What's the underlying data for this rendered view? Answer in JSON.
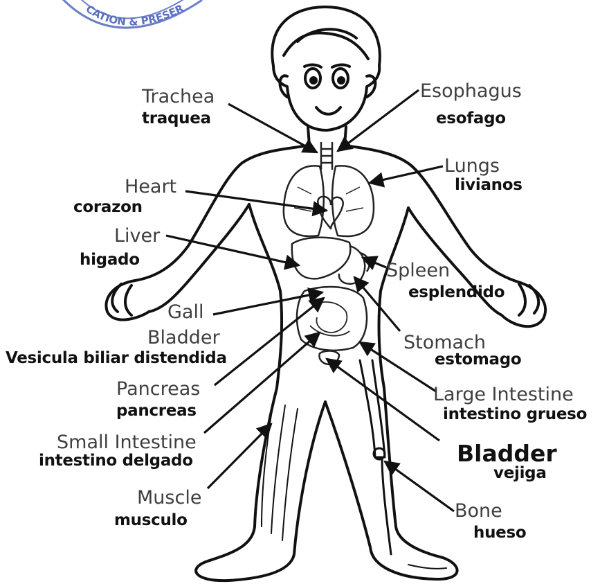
{
  "stamp": {
    "text": "CATION & PRESER"
  },
  "labels": {
    "trachea": {
      "en": "Trachea",
      "es": "traquea"
    },
    "esophagus": {
      "en": "Esophagus",
      "es": "esofago"
    },
    "lungs": {
      "en": "Lungs",
      "es": "livianos"
    },
    "heart": {
      "en": "Heart",
      "es": "corazon"
    },
    "liver": {
      "en": "Liver",
      "es": "higado"
    },
    "spleen": {
      "en": "Spleen",
      "es": "esplendido"
    },
    "gall_bladder": {
      "en_line1": "Gall",
      "en_line2": "Bladder",
      "es": "Vesicula biliar distendida"
    },
    "stomach": {
      "en": "Stomach",
      "es": "estomago"
    },
    "pancreas": {
      "en": "Pancreas",
      "es": "pancreas"
    },
    "large_intestine": {
      "en": "Large Intestine",
      "es": "intestino grueso"
    },
    "small_intestine": {
      "en": "Small Intestine",
      "es": "intestino delgado"
    },
    "bladder": {
      "en": "Bladder",
      "es": "vejiga"
    },
    "muscle": {
      "en": "Muscle",
      "es": "musculo"
    },
    "bone": {
      "en": "Bone",
      "es": "hueso"
    }
  }
}
